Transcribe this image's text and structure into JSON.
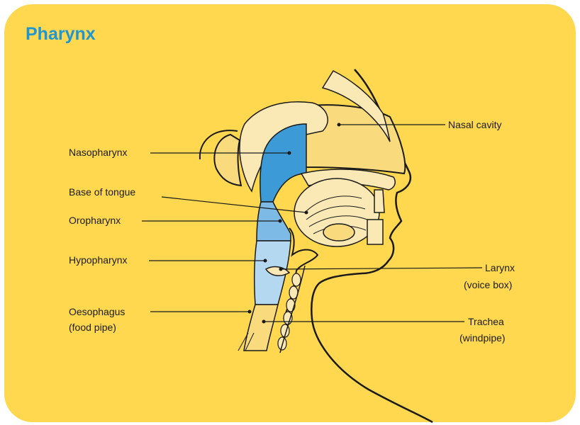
{
  "title": "Pharynx",
  "colors": {
    "background": "#FFD84F",
    "title": "#1E96D2",
    "tissue": "#F9DB7D",
    "bone": "#FBE9B5",
    "nasopharynx": "#3C9AD6",
    "oropharynx": "#7DBAE6",
    "hypopharynx": "#B5D8F1",
    "outline": "#1A1A1A"
  },
  "labels": {
    "nasal_cavity": "Nasal cavity",
    "nasopharynx": "Nasopharynx",
    "base_of_tongue": "Base of tongue",
    "oropharynx": "Oropharynx",
    "hypopharynx": "Hypopharynx",
    "larynx": "Larynx",
    "larynx_sub": "(voice box)",
    "oesophagus": "Oesophagus",
    "oesophagus_sub": "(food pipe)",
    "trachea": "Trachea",
    "trachea_sub": "(windpipe)"
  }
}
